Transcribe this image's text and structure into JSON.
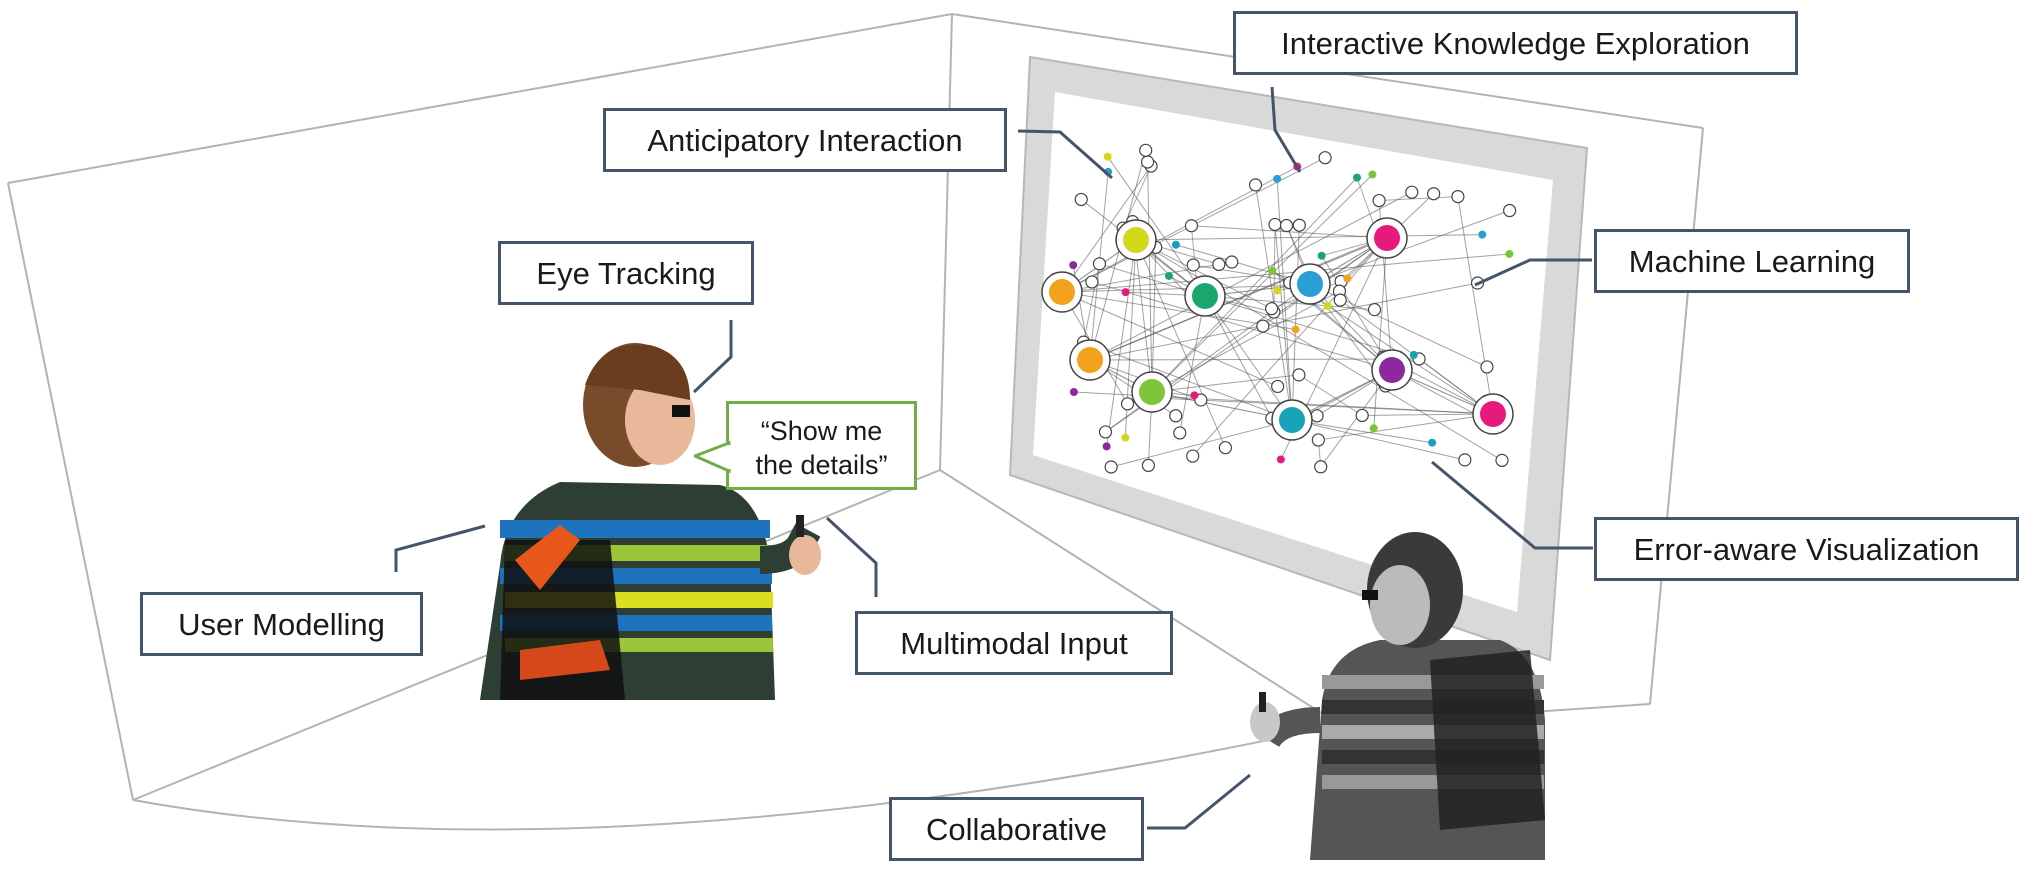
{
  "labels": {
    "interactive_knowledge_exploration": "Interactive Knowledge Exploration",
    "anticipatory_interaction": "Anticipatory Interaction",
    "machine_learning": "Machine Learning",
    "eye_tracking": "Eye Tracking",
    "error_aware_visualization": "Error-aware Visualization",
    "user_modelling": "User Modelling",
    "multimodal_input": "Multimodal Input",
    "collaborative": "Collaborative"
  },
  "speech_bubble": {
    "line1": "“Show me",
    "line2": "the details”"
  },
  "colors": {
    "label_border": "#44546a",
    "leader_line": "#44546a",
    "speech_border": "#70ad47",
    "room_edge": "#b3b3b3",
    "screen_frame": "#d9d9d9",
    "node_colors": [
      "#f2a31b",
      "#d4d81c",
      "#1aa66e",
      "#2a9fd6",
      "#e6197e",
      "#8a2a9c",
      "#7cc43a",
      "#17a2b8"
    ]
  },
  "icons": {
    "person_color": "person-icon",
    "person_gray": "person-icon",
    "network_graph": "network-graph-icon"
  }
}
